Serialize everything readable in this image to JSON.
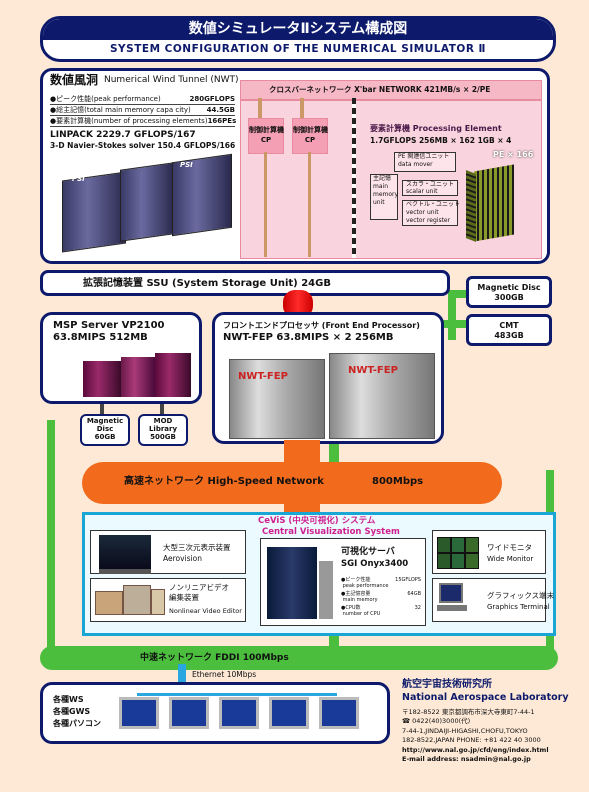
{
  "title": {
    "jp": "数値シミュレータⅡシステム構成図",
    "en": "SYSTEM CONFIGURATION OF THE NUMERICAL SIMULATOR  Ⅱ"
  },
  "nwt": {
    "name_jp": "数値風洞",
    "name_en": "Numerical Wind Tunnel (NWT)",
    "specs": [
      {
        "label": "●ピーク性能(peak performance)",
        "value": "280GFLOPS"
      },
      {
        "label": "●総主記憶(total main memory capa city)",
        "value": "44.5GB"
      },
      {
        "label": "●要素計算機(number of processing elements)",
        "value": "166PEs"
      }
    ],
    "linpack": "LINPACK 2229.7  GFLOPS/167",
    "navier": "3-D Navier-Stokes solver  150.4 GFLOPS/166",
    "crossbar": "クロスバーネットワーク  X'bar NETWORK    421MB/s × 2/PE",
    "cp_labels": [
      "制御計算機\nCP",
      "制御計算機\nCP"
    ],
    "pe_title": "要素計算機  Processing Element",
    "pe_spec": "1.7GFLOPS   256MB × 162   1GB × 4",
    "pe_data_mover": "PE 関連信ユニット\ndata mover",
    "main_memory": "主記憶\nmain\nmemory\nunit",
    "scalar": "スカラ・ユニット\nscalar unit",
    "vector": "ベクトル・ユニット\nvector unit\nvector register",
    "pe_count": "PE × 166",
    "machine_label": "PSI"
  },
  "ssu": {
    "label": "拡張記憶装置   SSU (System Storage Unit)  24GB"
  },
  "magnetic_disc_right": {
    "name": "Magnetic Disc",
    "size": "300GB"
  },
  "cmt": {
    "name": "CMT",
    "size": "483GB"
  },
  "msp": {
    "name": "MSP Server  VP2100",
    "spec": "63.8MIPS   512MB"
  },
  "msp_disc": {
    "name": "Magnetic\nDisc",
    "size": "60GB"
  },
  "mod": {
    "name": "MOD\nLibrary",
    "size": "500GB"
  },
  "fep": {
    "name": "フロントエンドプロセッサ (Front End Processor)",
    "spec": "NWT-FEP   63.8MIPS × 2   256MB",
    "machine_labels": [
      "NWT-FEP",
      "NWT-FEP"
    ]
  },
  "hsn": {
    "label": "高速ネットワーク      High-Speed Network",
    "speed": "800Mbps"
  },
  "cevis": {
    "title_jp": "CeViS (中央可視化) システム",
    "title_en": "Central Visualization System",
    "aerovision_jp": "大型三次元表示装置",
    "aerovision_en": "Aerovision",
    "video_jp": "ノンリニアビデオ\n編集装置",
    "video_en": "Nonlinear Video Editor",
    "server_jp": "可視化サーバ",
    "server_en": "SGI Onyx3400",
    "server_specs": [
      {
        "label": "●ピーク性能\n peak performance",
        "value": "15GFLOPS"
      },
      {
        "label": "●主記憶容量\n main memory",
        "value": "64GB"
      },
      {
        "label": "●CPU数\n number of CPU",
        "value": "32"
      }
    ],
    "wide_jp": "ワイドモニタ",
    "wide_en": "Wide Monitor",
    "graphics_jp": "グラフィックス端末",
    "graphics_en": "Graphics Terminal"
  },
  "fddi": {
    "label": "中速ネットワーク    FDDI      100Mbps"
  },
  "ethernet": {
    "label": "Ethernet 10Mbps"
  },
  "ws": {
    "labels": [
      "各種WS",
      "各種GWS",
      "各種パソコン"
    ]
  },
  "nal": {
    "name_jp": "航空宇宙技術研究所",
    "name_en": "National Aerospace Laboratory",
    "addr1": "〒182-8522   東京都調布市深大寺東町7-44-1",
    "addr2": "☎ 0422(40)3000(代)",
    "addr3": "7-44-1,JINDAIJI-HIGASHI,CHOFU,TOKYO",
    "addr4": "182-8522,JAPAN       PHONE: +81 422 40 3000",
    "url": "http://www.nal.go.jp/cfd/eng/index.html",
    "email": "E-mail address:  nsadmin@nal.go.jp"
  }
}
